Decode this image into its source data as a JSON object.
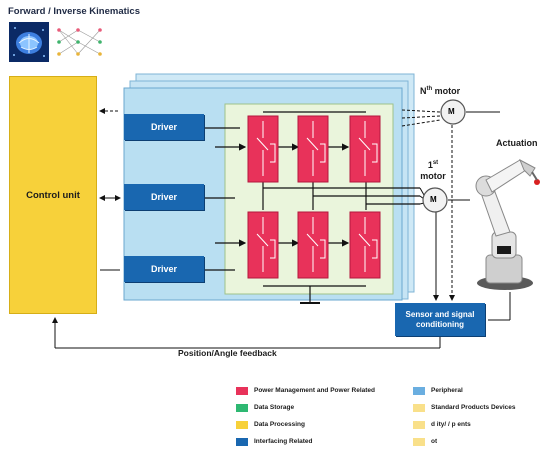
{
  "title": "Forward / Inverse Kinematics",
  "control_unit": {
    "label": "Control unit"
  },
  "drivers": [
    "Driver",
    "Driver",
    "Driver"
  ],
  "motors": {
    "nth": {
      "base": "N",
      "sup": "th",
      "suffix": " motor",
      "symbol": "M"
    },
    "first": {
      "base": "1",
      "sup": "st",
      "suffix": "motor",
      "symbol": "M"
    }
  },
  "actuation_label": "Actuation",
  "sensor_label": "Sensor and signal conditioning",
  "feedback_label": "Position/Angle feedback",
  "legend": {
    "left": [
      {
        "label": "Power Management and Power Related",
        "color": "#e8325a"
      },
      {
        "label": "Data Storage",
        "color": "#2eb872"
      },
      {
        "label": "Data Processing",
        "color": "#f7d13a"
      },
      {
        "label": "Interfacing Related",
        "color": "#1967b0"
      }
    ],
    "right": [
      {
        "label": "Peripheral",
        "color": "#6aaee0"
      },
      {
        "label": "Standard Products Devices",
        "color": "#f9e08a"
      },
      {
        "label": "d ity/ / p ents",
        "color": "#f9e08a"
      },
      {
        "label": "ot",
        "color": "#f9e08a"
      }
    ]
  },
  "colors": {
    "panel_blue": "#b9dff2",
    "inner_green": "#eaf5dc",
    "switch_red": "#e8325a",
    "driver_blue": "#1967b0",
    "control_yellow": "#f7d13a"
  }
}
